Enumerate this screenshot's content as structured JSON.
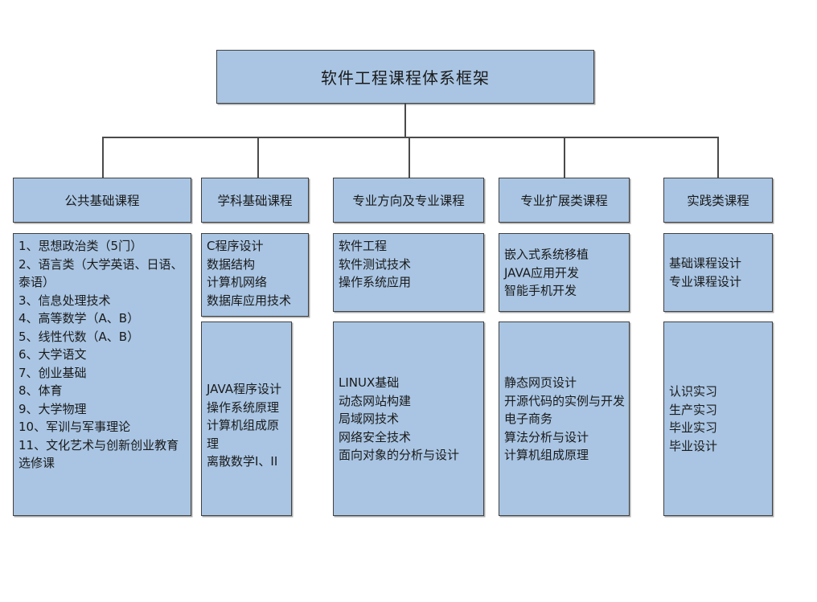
{
  "diagram": {
    "title": "软件工程课程体系框架",
    "colors": {
      "box_fill": "#a9c5e3",
      "box_border": "#414141",
      "connector": "#4a4a4a",
      "background": "#ffffff",
      "text": "#1a1a1a"
    },
    "columns": [
      {
        "id": "public-basic",
        "header": "公共基础课程",
        "groups": [
          {
            "id": "public-basic-list",
            "items": [
              "1、思想政治类（5门）",
              "2、语言类（大学英语、日语、泰语）",
              "3、信息处理技术",
              "4、高等数学（A、B）",
              "5、线性代数（A、B）",
              "6、大学语文",
              "7、创业基础",
              "8、体育",
              "9、大学物理",
              "10、军训与军事理论",
              "11、文化艺术与创新创业教育选修课"
            ]
          }
        ]
      },
      {
        "id": "subject-basic",
        "header": "学科基础课程",
        "groups": [
          {
            "id": "subject-basic-upper",
            "items": [
              "C程序设计",
              "数据结构",
              "计算机网络",
              "数据库应用技术"
            ]
          },
          {
            "id": "subject-basic-lower",
            "items": [
              "JAVA程序设计",
              "操作系统原理",
              "计算机组成原理",
              "离散数学I、II"
            ]
          }
        ]
      },
      {
        "id": "major-direction",
        "header": "专业方向及专业课程",
        "groups": [
          {
            "id": "major-direction-upper",
            "items": [
              "软件工程",
              "软件测试技术",
              "操作系统应用"
            ]
          },
          {
            "id": "major-direction-lower",
            "items": [
              "LINUX基础",
              "动态网站构建",
              "局域网技术",
              "网络安全技术",
              "面向对象的分析与设计"
            ]
          }
        ]
      },
      {
        "id": "major-extension",
        "header": "专业扩展类课程",
        "groups": [
          {
            "id": "major-extension-upper",
            "items": [
              "嵌入式系统移植",
              "JAVA应用开发",
              "智能手机开发"
            ]
          },
          {
            "id": "major-extension-lower",
            "items": [
              "静态网页设计",
              "开源代码的实例与开发",
              "电子商务",
              "算法分析与设计",
              "计算机组成原理"
            ]
          }
        ]
      },
      {
        "id": "practice",
        "header": "实践类课程",
        "groups": [
          {
            "id": "practice-upper",
            "items": [
              "基础课程设计",
              "专业课程设计"
            ]
          },
          {
            "id": "practice-lower",
            "items": [
              "认识实习",
              "生产实习",
              "毕业实习",
              "毕业设计"
            ]
          }
        ]
      }
    ]
  }
}
